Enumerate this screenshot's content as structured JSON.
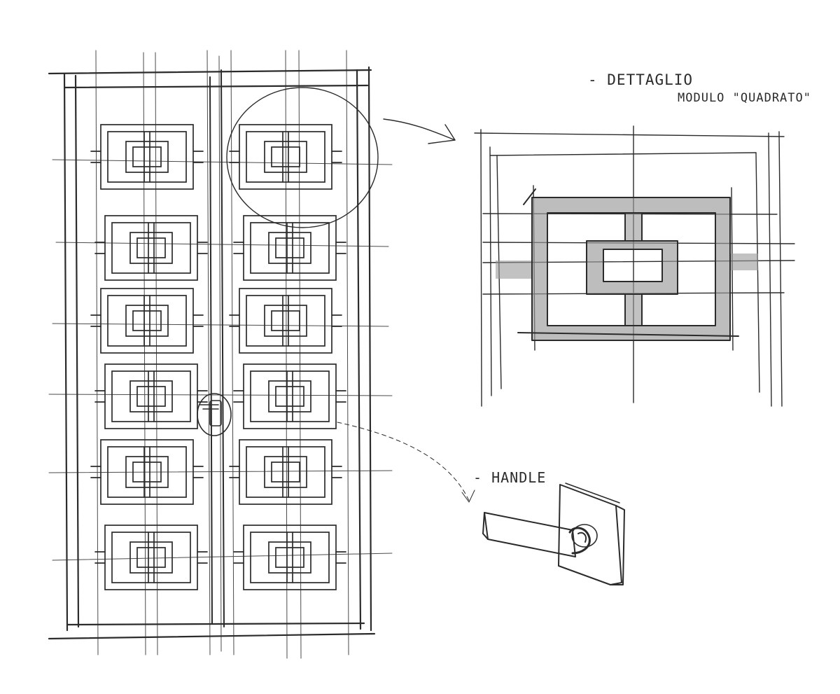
{
  "labels": {
    "detail_line1": "- DETTAGLIO",
    "detail_line2": "MODULO \"QUADRATO\"",
    "handle": "- HANDLE"
  },
  "colors": {
    "ink": "#2b2b2b",
    "shade": "#9a9a9a",
    "paper": "#ffffff"
  },
  "door": {
    "leaves": 2,
    "modules_per_leaf": 6
  }
}
